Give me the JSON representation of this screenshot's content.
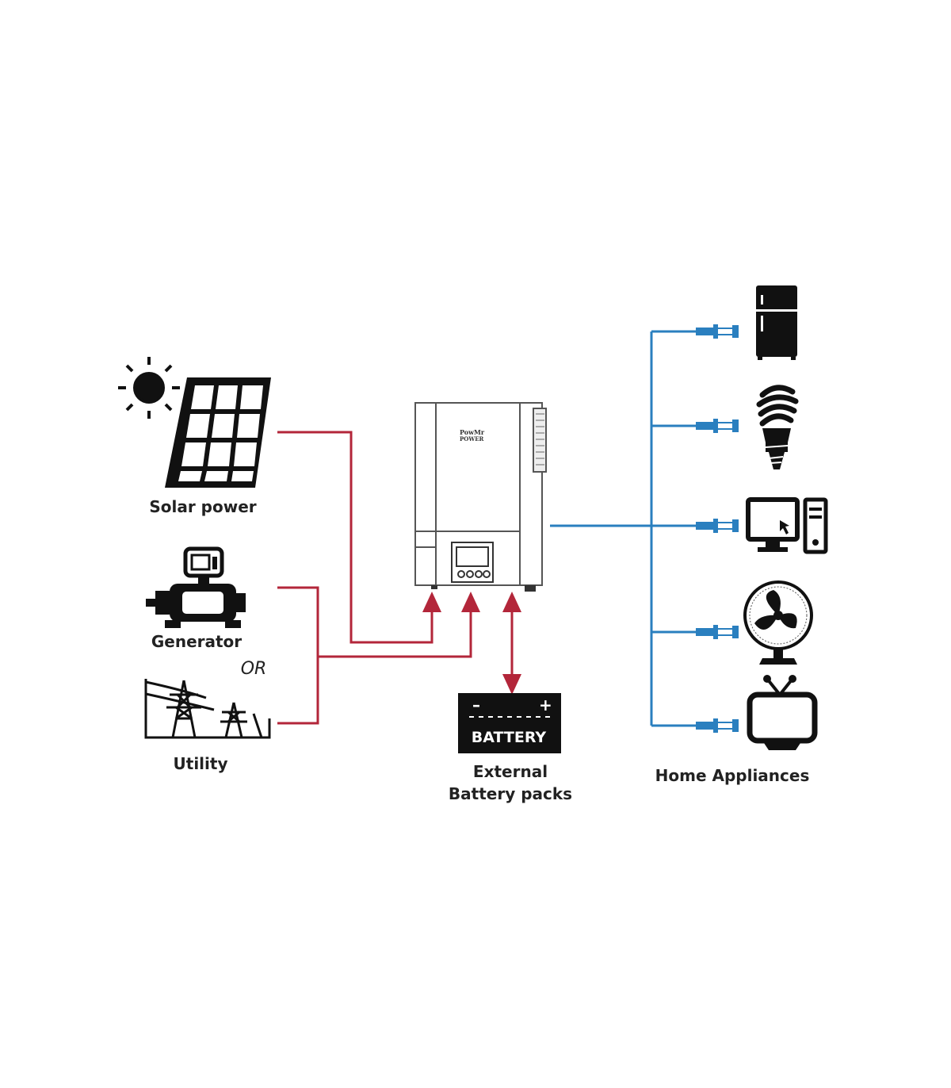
{
  "labels": {
    "solar": "Solar power",
    "generator": "Generator",
    "or": "OR",
    "utility": "Utility",
    "battery": "BATTERY",
    "external_line1": "External",
    "external_line2": "Battery packs",
    "home_appliances": "Home Appliances",
    "inverter_brand_line1": "PowMr",
    "inverter_brand_line2": "POWER"
  },
  "colors": {
    "input_line": "#b3263a",
    "output_line": "#2a7fbf",
    "icon": "#111111",
    "inverter_outline": "#555555"
  }
}
